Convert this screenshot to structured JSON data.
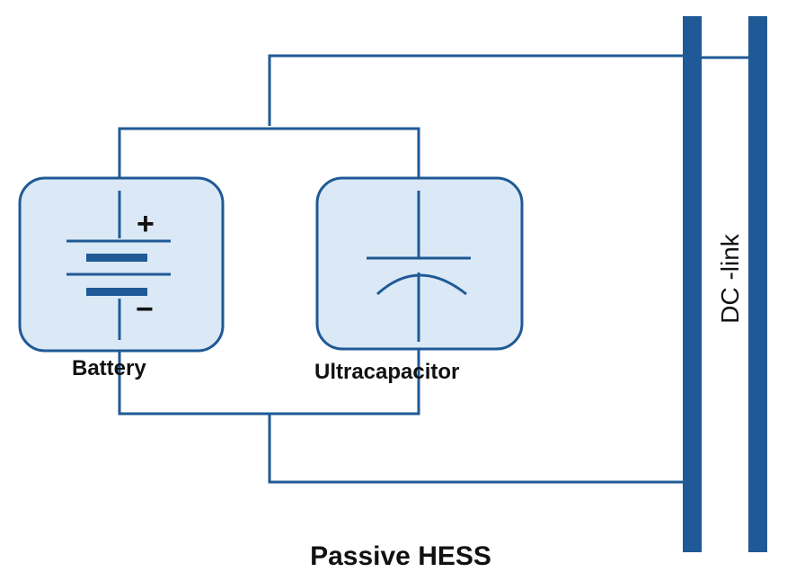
{
  "colors": {
    "wire": "#1f5a96",
    "bus": "#1f5a96",
    "box_fill": "#dbe8f6",
    "box_stroke": "#1f5a96",
    "text": "#111111",
    "symbol": "#1f5a96"
  },
  "battery": {
    "label": "Battery",
    "plus": "+",
    "minus": "−",
    "icon": "battery-icon"
  },
  "ultracapacitor": {
    "label": "Ultracapacitor",
    "icon": "capacitor-icon"
  },
  "dc_link": {
    "label": "DC -link"
  },
  "caption": "Passive HESS"
}
